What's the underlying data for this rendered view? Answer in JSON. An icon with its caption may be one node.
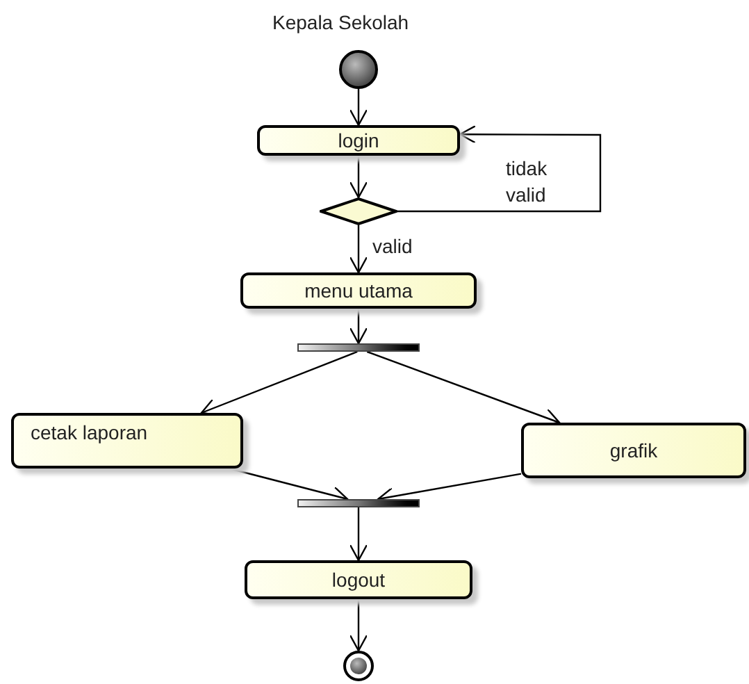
{
  "diagram": {
    "title": "Kepala Sekolah",
    "nodes": [
      {
        "text": [],
        "shape": "circle"
      },
      {
        "text": [
          "login"
        ]
      },
      {
        "text": [],
        "shape": "diamond"
      },
      {
        "text": [
          "menu utama"
        ]
      },
      {
        "text": [],
        "shape": "bar"
      },
      {
        "text": [
          "cetak laporan"
        ]
      },
      {
        "text": [
          "grafik"
        ]
      },
      {
        "text": [],
        "shape": "bar"
      },
      {
        "text": [
          "logout"
        ]
      },
      {
        "text": [],
        "shape": "circle"
      }
    ],
    "edges": [
      {
        "from": 0,
        "to": 1,
        "arrow": "to"
      },
      {
        "from": 1,
        "to": 2,
        "arrow": "to"
      },
      {
        "from": 2,
        "to": 1,
        "arrow": "to",
        "label": "tidak valid"
      },
      {
        "from": 2,
        "to": 3,
        "arrow": "to",
        "label": "valid"
      },
      {
        "from": 3,
        "to": 4,
        "arrow": "to"
      },
      {
        "from": 4,
        "to": 5,
        "arrow": "to"
      },
      {
        "from": 4,
        "to": 6,
        "arrow": "to"
      },
      {
        "from": 5,
        "to": 7,
        "arrow": "to"
      },
      {
        "from": 6,
        "to": 7,
        "arrow": "to"
      },
      {
        "from": 7,
        "to": 8,
        "arrow": "to"
      },
      {
        "from": 8,
        "to": 9,
        "arrow": "to"
      }
    ]
  }
}
